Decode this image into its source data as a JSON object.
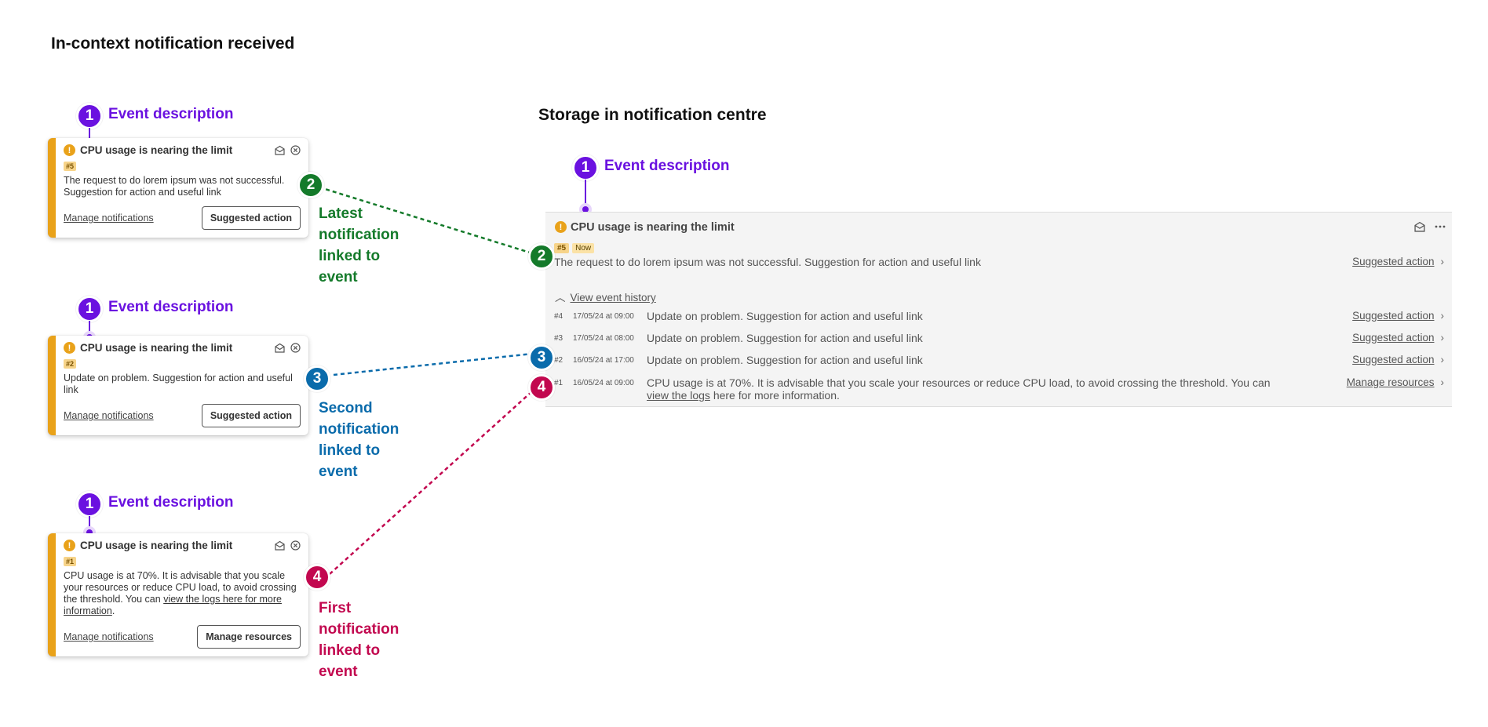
{
  "left_heading": "In-context notification received",
  "right_heading": "Storage in notification centre",
  "markers": {
    "event": "1",
    "latest": "2",
    "second": "3",
    "first": "4"
  },
  "event_label": "Event description",
  "captions": {
    "latest": [
      "Latest",
      "notification",
      "linked to",
      "event"
    ],
    "second": [
      "Second",
      "notification",
      "linked to",
      "event"
    ],
    "first": [
      "First",
      "notification",
      "linked to",
      "event"
    ]
  },
  "colors": {
    "purple": "#6a11e0",
    "green": "#147a2a",
    "blue": "#0a6bab",
    "red": "#c2084f",
    "warning": "#e9a21a"
  },
  "icons": {
    "warning": "exclamation-circle-icon",
    "mark_read": "envelope-open-icon",
    "close": "close-circle-icon",
    "more": "ellipsis-icon",
    "chevron_right": "chevron-right-icon",
    "chevron_up": "chevron-up-icon"
  },
  "toasts": [
    {
      "title": "CPU usage is nearing the limit",
      "badge": "#5",
      "body": "The request to do lorem ipsum was not successful. Suggestion for action and useful link",
      "manage_link": "Manage notifications",
      "action": "Suggested action"
    },
    {
      "title": "CPU usage is nearing the limit",
      "badge": "#2",
      "body": "Update on problem.  Suggestion for action and useful link",
      "manage_link": "Manage notifications",
      "action": "Suggested action"
    },
    {
      "title": "CPU usage is nearing the limit",
      "badge": "#1",
      "body_pre": "CPU usage is at 70%. It is advisable that you scale your resources or reduce CPU load, to avoid crossing the threshold. You can ",
      "body_link": "view the logs here for more information",
      "body_post": ".",
      "manage_link": "Manage notifications",
      "action": "Manage resources"
    }
  ],
  "centre": {
    "title": "CPU usage is nearing the limit",
    "badge": "#5",
    "badge_time": "Now",
    "body": "The request to do lorem ipsum was not successful. Suggestion for action and useful link",
    "action": "Suggested action",
    "history_toggle": "View event history",
    "history": [
      {
        "id": "#4",
        "date": "17/05/24 at 09:00",
        "text": "Update on problem.  Suggestion for action and useful link",
        "action": "Suggested action"
      },
      {
        "id": "#3",
        "date": "17/05/24 at 08:00",
        "text": "Update on problem.  Suggestion for action and useful link",
        "action": "Suggested action"
      },
      {
        "id": "#2",
        "date": "16/05/24 at 17:00",
        "text": "Update on problem.  Suggestion for action and useful link",
        "action": "Suggested action"
      },
      {
        "id": "#1",
        "date": "16/05/24 at 09:00",
        "text_pre": "CPU usage is at 70%. It is advisable that you scale your resources or reduce CPU load, to avoid crossing the threshold. You can ",
        "text_link": "view the logs",
        "text_post": " here for more information.",
        "action": "Manage resources"
      }
    ]
  }
}
